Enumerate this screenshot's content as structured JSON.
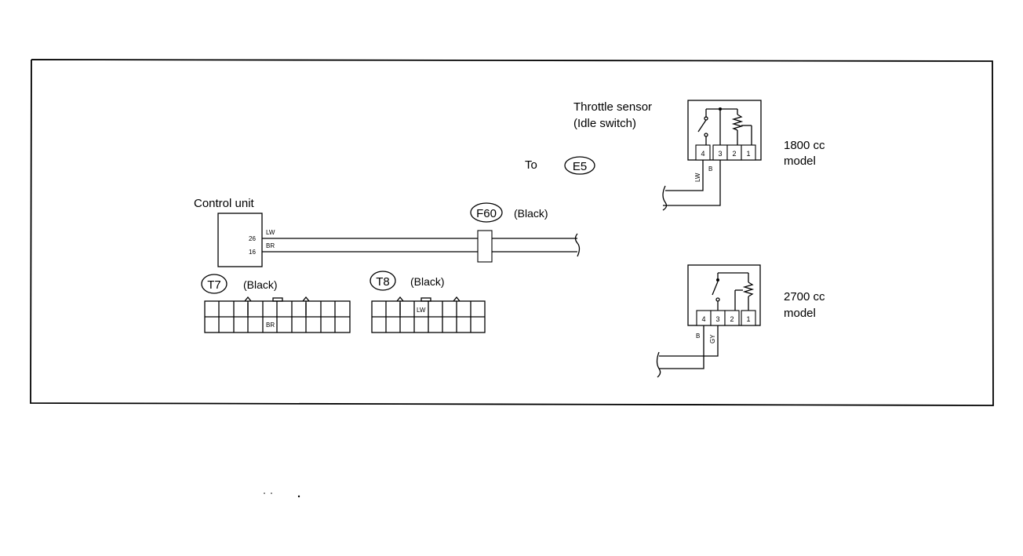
{
  "throttle_sensor": {
    "title_line1": "Throttle sensor",
    "title_line2": "(Idle switch)"
  },
  "to_connector": {
    "to_label": "To",
    "id": "E5"
  },
  "control_unit": {
    "label": "Control unit",
    "pin_top": "26",
    "pin_bottom": "16",
    "wire_top": "LW",
    "wire_bottom": "BR"
  },
  "connector_f60": {
    "id": "F60",
    "color": "(Black)"
  },
  "connector_t7": {
    "id": "T7",
    "color": "(Black)",
    "wire_label": "BR"
  },
  "connector_t8": {
    "id": "T8",
    "color": "(Black)",
    "wire_label": "LW"
  },
  "model_1800": {
    "line1": "1800 cc",
    "line2": "model",
    "terminals": [
      "4",
      "3",
      "2",
      "1"
    ],
    "wire_left": "LW",
    "wire_right": "B"
  },
  "model_2700": {
    "line1": "2700 cc",
    "line2": "model",
    "terminals": [
      "4",
      "3",
      "2",
      "1"
    ],
    "wire_left": "B",
    "wire_right": "GY"
  }
}
